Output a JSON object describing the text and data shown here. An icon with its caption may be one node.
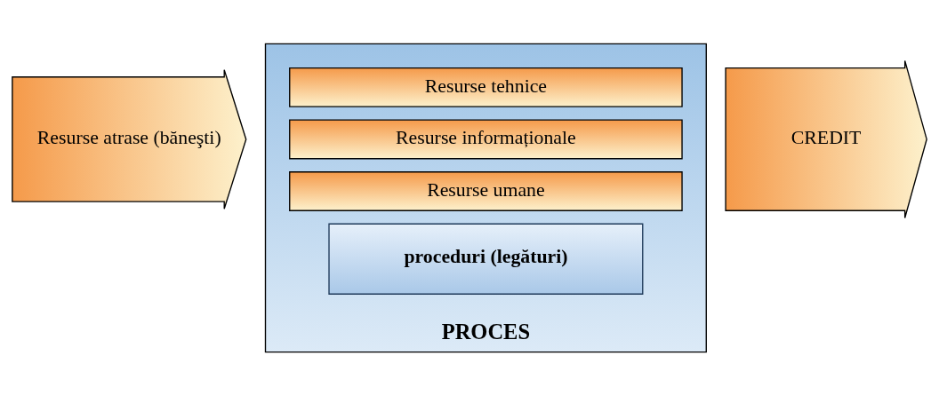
{
  "diagram": {
    "nodes": [
      {
        "text": [
          "Resurse atrase (băneşti)"
        ]
      },
      {
        "text": [
          "PROCES"
        ]
      },
      {
        "text": [
          "proceduri (legături)"
        ],
        "in": 1
      },
      {
        "text": [
          "Resurse umane"
        ],
        "in": 1
      },
      {
        "text": [
          "Resurse informaționale"
        ],
        "in": 1
      },
      {
        "text": [
          "Resurse tehnice"
        ],
        "in": 1
      },
      {
        "text": [
          "CREDIT"
        ]
      }
    ]
  }
}
